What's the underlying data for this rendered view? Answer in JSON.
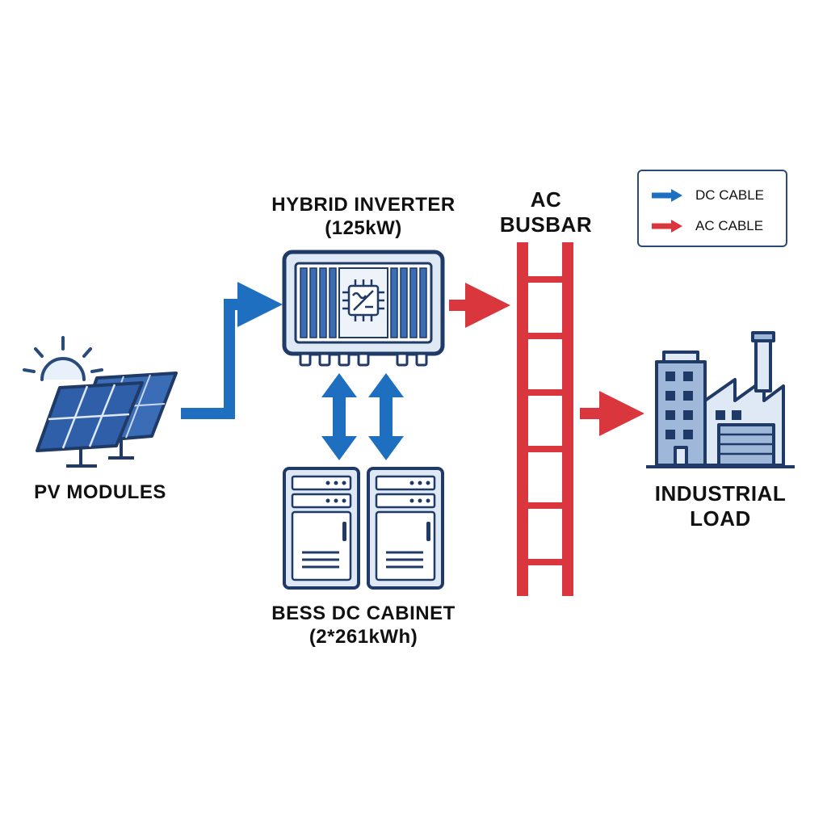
{
  "labels": {
    "pv_modules": "PV MODULES",
    "inverter_line1": "HYBRID INVERTER",
    "inverter_line2": "(125kW)",
    "busbar_line1": "AC",
    "busbar_line2": "BUSBAR",
    "bess_line1": "BESS DC CABINET",
    "bess_line2": "(2*261kWh)",
    "load_line1": "INDUSTRIAL",
    "load_line2": "LOAD"
  },
  "legend": {
    "dc_label": "DC CABLE",
    "ac_label": "AC CABLE"
  },
  "colors": {
    "dc_cable": "#1f6fc0",
    "ac_cable": "#d9363e",
    "outline": "#1f3a66",
    "fill_light": "#dfe9f6",
    "fill_mid": "#9fb8da",
    "sun": "#2a4a7a"
  },
  "icons": {
    "pv": "solar-panel-icon",
    "sun": "sun-icon",
    "inverter": "inverter-icon",
    "chip": "chip-icon",
    "battery": "battery-cabinet-icon",
    "busbar": "busbar-icon",
    "load": "factory-building-icon"
  }
}
